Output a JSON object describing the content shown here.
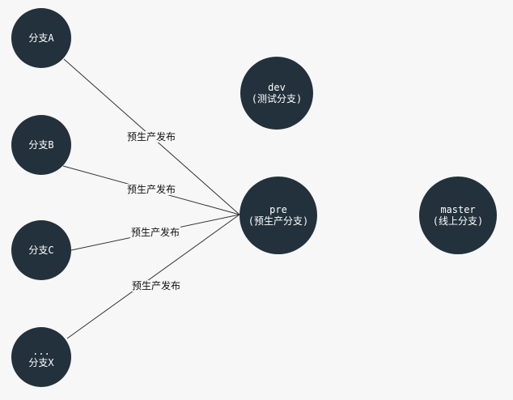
{
  "nodes": {
    "branch_a": {
      "lines": [
        "分支A"
      ]
    },
    "branch_b": {
      "lines": [
        "分支B"
      ]
    },
    "branch_c": {
      "lines": [
        "分支C"
      ]
    },
    "branch_x": {
      "lines": [
        "...",
        "分支X"
      ]
    },
    "dev": {
      "lines": [
        "dev",
        "(测试分支)"
      ]
    },
    "pre": {
      "lines": [
        "pre",
        "(预生产分支)"
      ]
    },
    "master": {
      "lines": [
        "master",
        "(线上分支)"
      ]
    }
  },
  "edges": [
    {
      "from": "branch_a",
      "to": "pre",
      "label": "预生产发布"
    },
    {
      "from": "branch_b",
      "to": "pre",
      "label": "预生产发布"
    },
    {
      "from": "branch_c",
      "to": "pre",
      "label": "预生产发布"
    },
    {
      "from": "branch_x",
      "to": "pre",
      "label": "预生产发布"
    }
  ],
  "colors": {
    "node_fill": "#22313b",
    "node_text": "#ffffff",
    "edge_line": "#333333",
    "background": "#f7f7f7"
  }
}
